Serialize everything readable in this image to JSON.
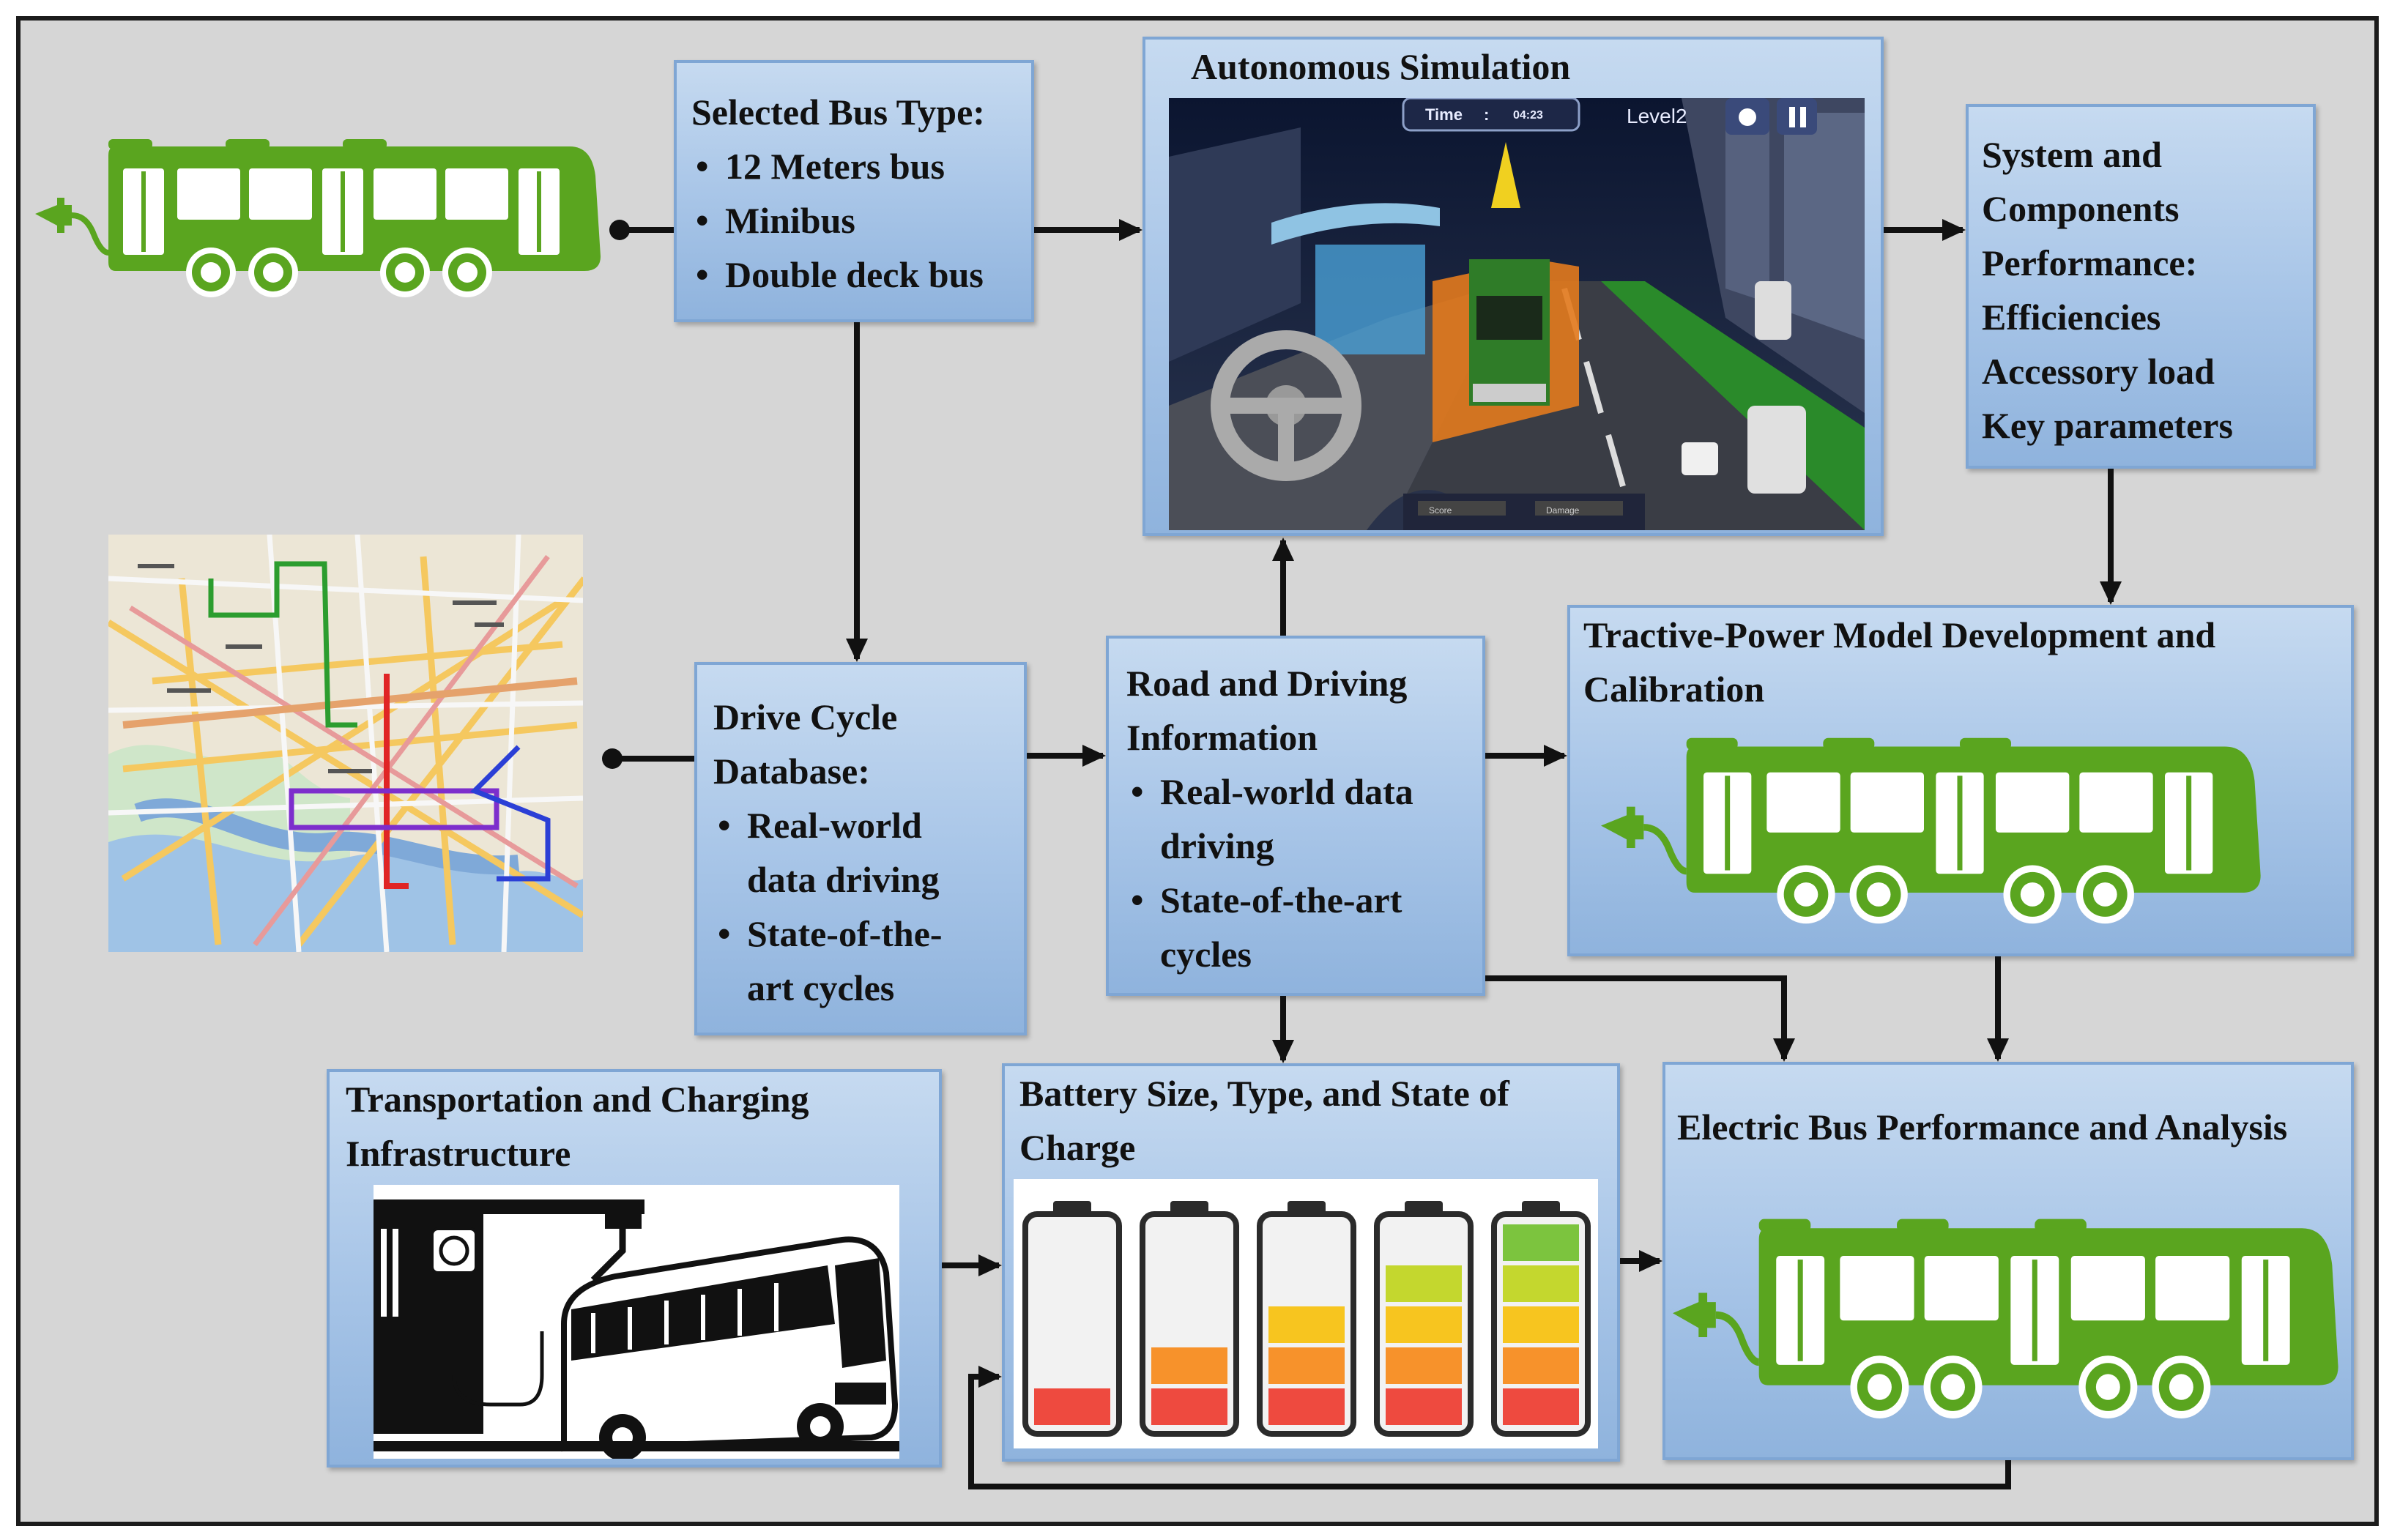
{
  "bus_types": {
    "title": "Selected Bus Type:",
    "items": [
      "12 Meters bus",
      "Minibus",
      "Double deck bus"
    ]
  },
  "simulation": {
    "title": "Autonomous Simulation",
    "hud_time_label": "Time",
    "hud_time_sep": ":",
    "hud_time_value": "04:23",
    "hud_level": "Level2",
    "hud_bottom_left": "Score",
    "hud_bottom_right": "Damage"
  },
  "system_performance": {
    "lines": [
      "System and",
      "Components",
      "Performance:",
      "Efficiencies",
      "Accessory load",
      "Key parameters"
    ]
  },
  "drive_cycle": {
    "title_lines": [
      "Drive Cycle",
      "Database:"
    ],
    "items": [
      [
        "Real-world",
        "data driving"
      ],
      [
        "State-of-the-",
        "art cycles"
      ]
    ]
  },
  "road_info": {
    "title_lines": [
      "Road and Driving",
      "Information"
    ],
    "items": [
      [
        "Real-world data",
        "driving"
      ],
      [
        "State-of-the-art",
        "cycles"
      ]
    ]
  },
  "tractive": {
    "title_lines": [
      "Tractive-Power Model Development and",
      "Calibration"
    ]
  },
  "transport": {
    "title_lines": [
      "Transportation and Charging",
      "Infrastructure"
    ]
  },
  "battery": {
    "title_lines": [
      "Battery Size, Type, and State of",
      "Charge"
    ],
    "charge_levels": [
      1,
      2,
      3,
      4,
      5
    ]
  },
  "analysis": {
    "title": "Electric Bus Performance and Analysis"
  },
  "colors": {
    "bus_green": "#5aa51f",
    "box_blue": "#a9c6e8",
    "background": "#d6d6d6",
    "battery_red": "#ee4a3f",
    "battery_orange": "#f7922b",
    "battery_yellow": "#f7c51f",
    "battery_lime": "#c4d72e",
    "battery_green": "#7cc43e"
  }
}
